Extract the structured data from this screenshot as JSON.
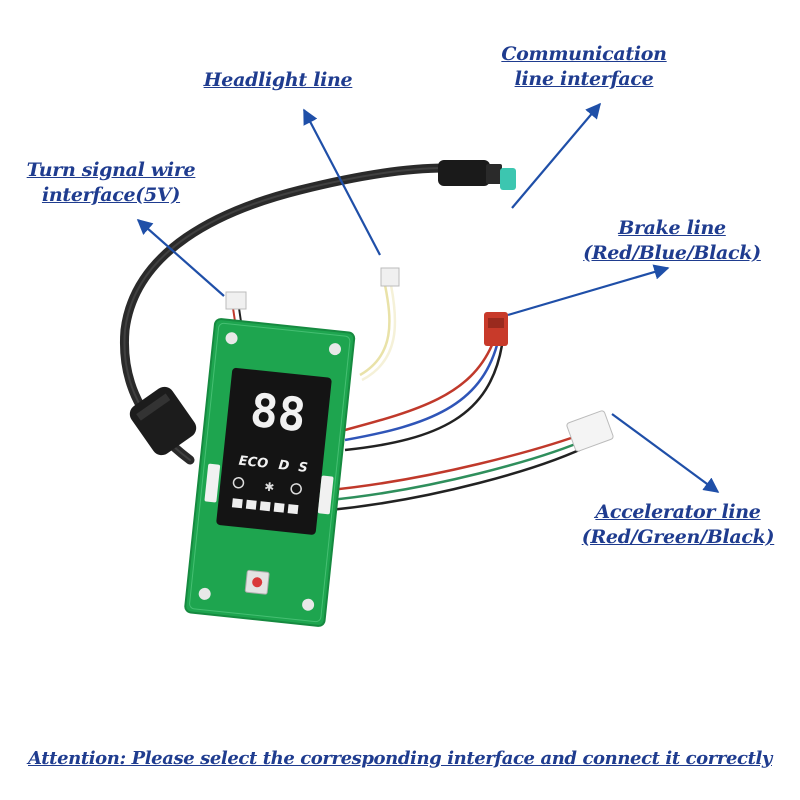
{
  "callouts": {
    "communication": {
      "line1": "Communication",
      "line2": "line interface"
    },
    "headlight": {
      "line1": "Headlight line"
    },
    "turn_signal": {
      "line1": "Turn signal wire",
      "line2": "interface(5V)"
    },
    "brake": {
      "line1": "Brake line",
      "line2": "(Red/Blue/Black)"
    },
    "accelerator": {
      "line1": "Accelerator line",
      "line2": "(Red/Green/Black)"
    }
  },
  "note": "Attention: Please select the corresponding interface and connect it correctly",
  "display": {
    "digits": "88",
    "mode": "ECO",
    "gear": "D",
    "sport": "S"
  },
  "colors": {
    "label": "#1f3c8f",
    "arrow": "#1f4fa8",
    "pcb": "#1ea54f",
    "screen": "#141414",
    "cable": "#2a2a2a"
  }
}
